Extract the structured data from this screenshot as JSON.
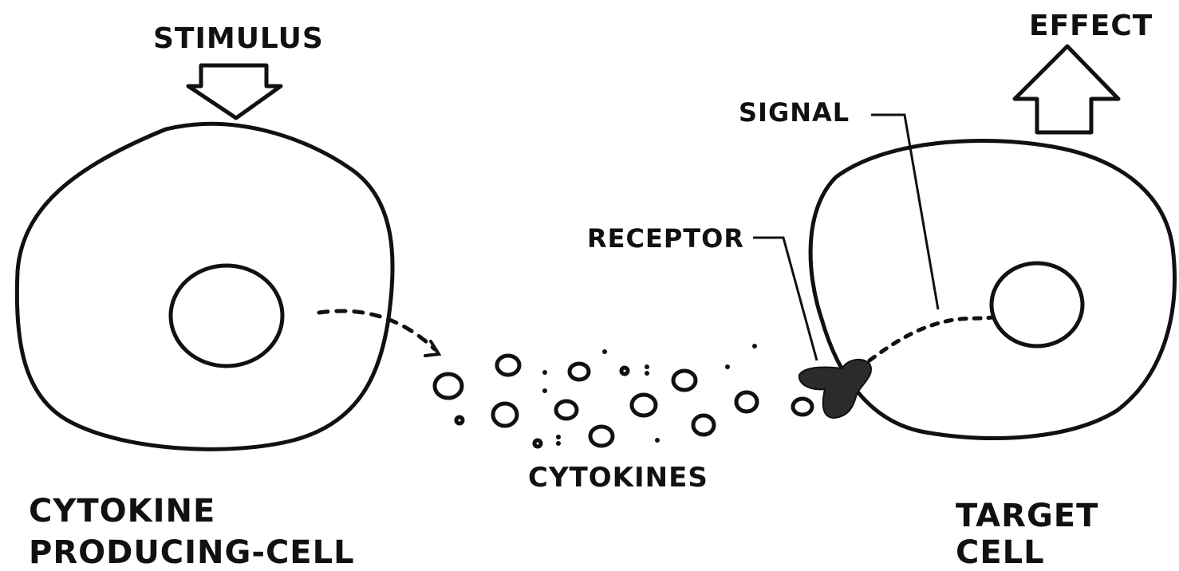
{
  "labels": {
    "stimulus": "STIMULUS",
    "effect": "EFFECT",
    "signal": "SIGNAL",
    "receptor": "RECEPTOR",
    "cytokines": "CYTOKINES",
    "producing_cell_line1": "CYTOKINE",
    "producing_cell_line2": "PRODUCING-CELL",
    "target_cell_line1": "TARGET",
    "target_cell_line2": "CELL"
  },
  "colors": {
    "ink": "#111111",
    "receptor_fill": "#2b2b2b",
    "background": "#ffffff"
  }
}
